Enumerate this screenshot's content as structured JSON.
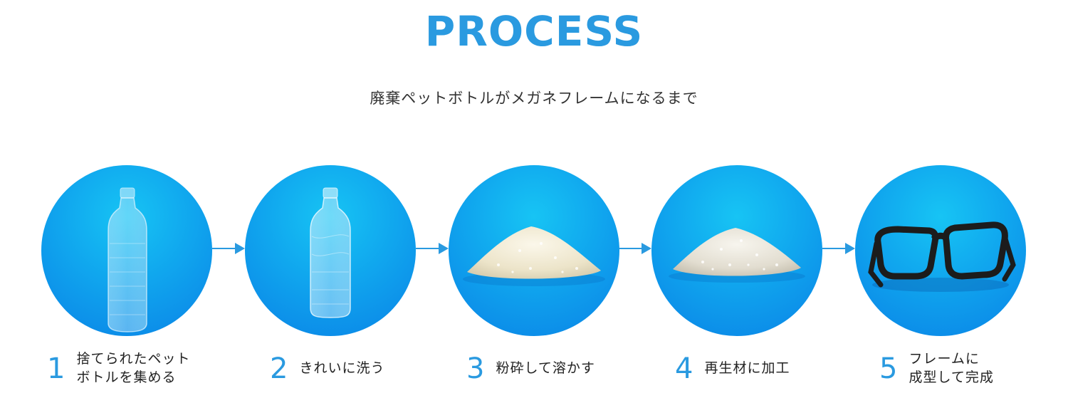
{
  "header": {
    "title": "PROCESS",
    "subtitle": "廃棄ペットボトルがメガネフレームになるまで"
  },
  "steps": [
    {
      "number": "1",
      "line1": "捨てられたペット",
      "line2": "ボトルを集める"
    },
    {
      "number": "2",
      "line1": "きれいに洗う",
      "line2": ""
    },
    {
      "number": "3",
      "line1": "粉砕して溶かす",
      "line2": ""
    },
    {
      "number": "4",
      "line1": "再生材に加工",
      "line2": ""
    },
    {
      "number": "5",
      "line1": "フレームに",
      "line2": "成型して完成"
    }
  ],
  "colors": {
    "accent": "#2a9ae0",
    "circle_top": "#17c4f4",
    "circle_bottom": "#0a82e6",
    "text": "#222222"
  }
}
